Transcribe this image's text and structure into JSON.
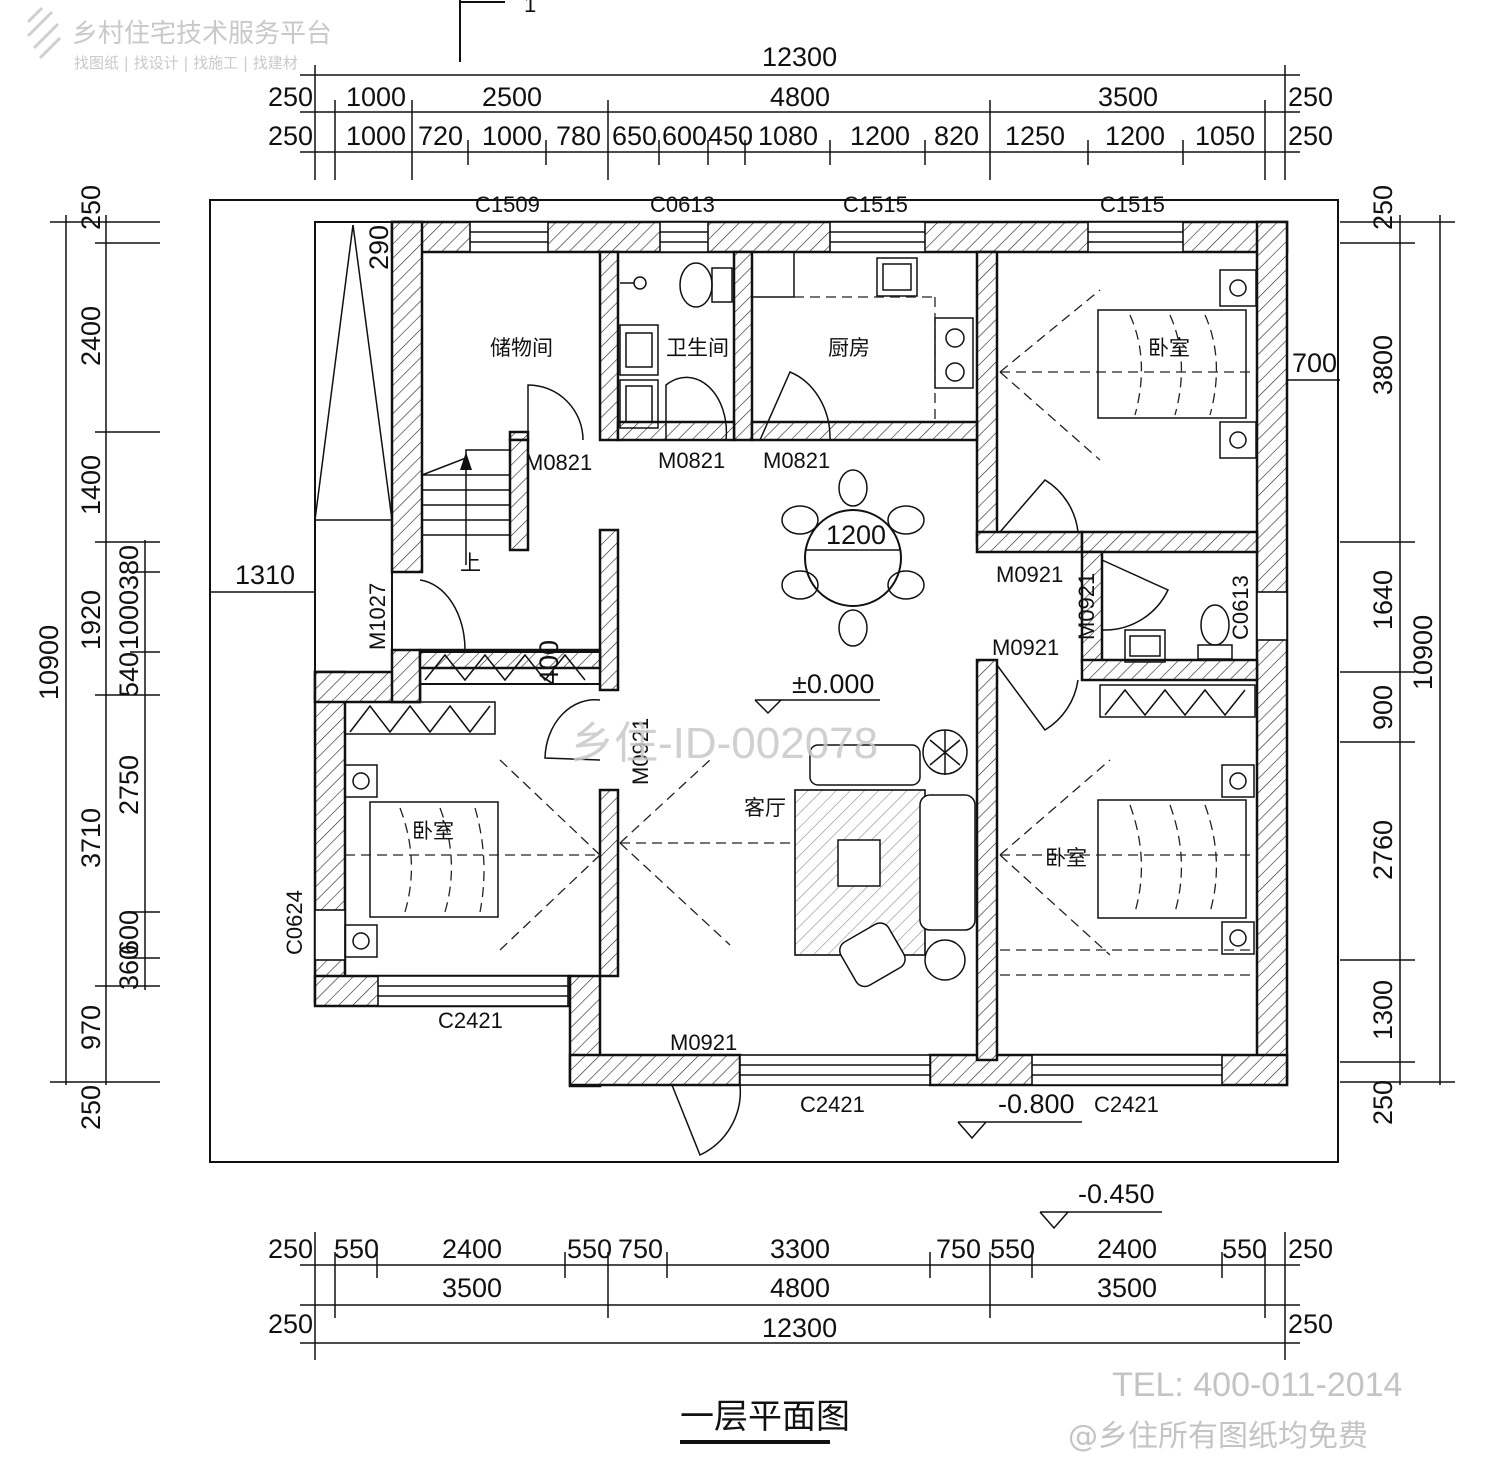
{
  "brand": {
    "name": "乡村住宅技术服务平台",
    "tagline": "找图纸 | 找设计 | 找施工 | 找建材"
  },
  "watermark": "乡住-ID-002078",
  "contact": {
    "tel": "TEL: 400-011-2014",
    "note": "@乡住所有图纸均免费"
  },
  "title": "一层平面图",
  "section_mark": "1",
  "dimensions": {
    "top_total": "12300",
    "top_row1": [
      "250",
      "1000",
      "2500",
      "4800",
      "3500",
      "250"
    ],
    "top_row2": [
      "250",
      "1000",
      "720",
      "1000",
      "780",
      "650",
      "600",
      "450",
      "1080",
      "1200",
      "820",
      "1250",
      "1200",
      "1050",
      "250"
    ],
    "bottom_row1": [
      "250",
      "550",
      "2400",
      "550",
      "750",
      "3300",
      "750",
      "550",
      "2400",
      "550",
      "250"
    ],
    "bottom_row2": [
      "3500",
      "4800",
      "3500"
    ],
    "bottom_total": [
      "250",
      "12300",
      "250"
    ],
    "left_outer": "10900",
    "left_mid": [
      "250",
      "2400",
      "1400",
      "1920",
      "3710",
      "970",
      "250"
    ],
    "left_inner": [
      "380",
      "1000",
      "540",
      "2750",
      "600",
      "360"
    ],
    "right_outer": "10900",
    "right_mid": [
      "250",
      "3800",
      "1640",
      "900",
      "2760",
      "1300",
      "250"
    ],
    "misc": [
      "1310",
      "290",
      "700",
      "400",
      "1200"
    ]
  },
  "rooms": {
    "storage": "储物间",
    "bathroom": "卫生间",
    "kitchen": "厨房",
    "bedroom_ne": "卧室",
    "bedroom_sw": "卧室",
    "bedroom_se": "卧室",
    "living": "客厅",
    "stair_up": "上"
  },
  "windows": [
    "C1509",
    "C0613",
    "C1515",
    "C1515",
    "C0613",
    "C0624",
    "C2421",
    "C2421",
    "C2421"
  ],
  "doors": [
    "M0821",
    "M0821",
    "M0821",
    "M0921",
    "M0921",
    "M0921",
    "M1027",
    "M0921",
    "M0921"
  ],
  "levels": {
    "floor": "±0.000",
    "exterior": "-0.800",
    "step": "-0.450"
  }
}
